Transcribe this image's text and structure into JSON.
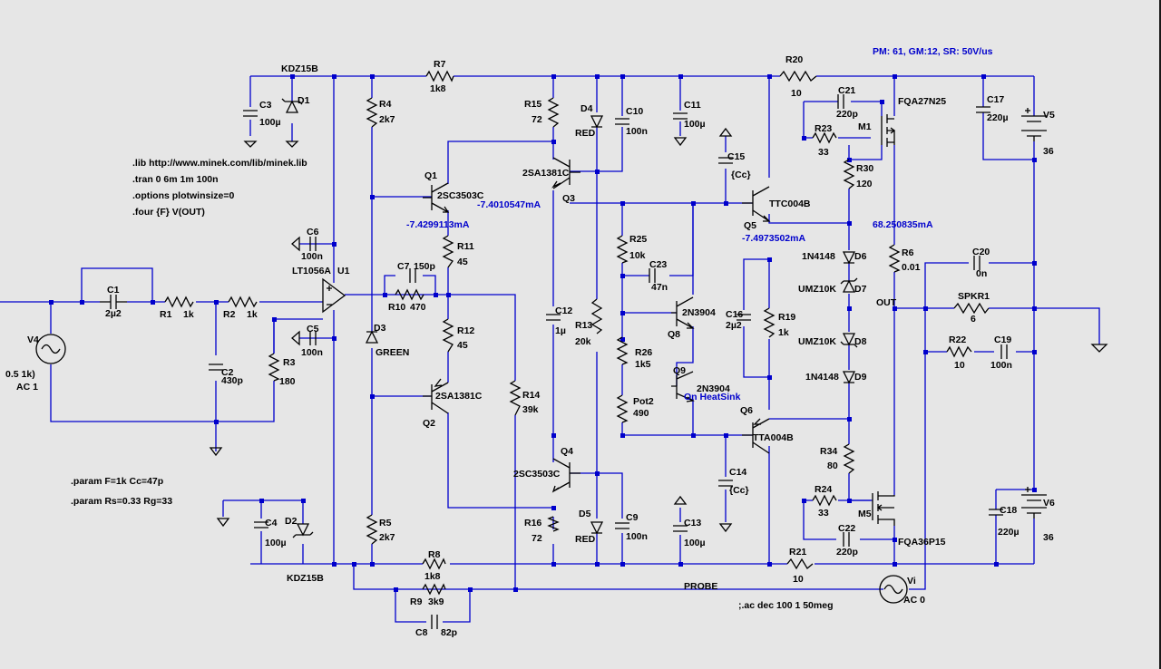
{
  "annotations": {
    "perf": "PM: 61, GM:12, SR: 50V/us",
    "lib": ".lib http://www.minek.com/lib/minek.lib",
    "tran": ".tran 0 6m 1m 100n",
    "options": ".options plotwinsize=0",
    "four": ".four {F} V(OUT)",
    "param1": ".param F=1k Cc=47p",
    "param2": ".param Rs=0.33 Rg=33",
    "ac": ";.ac dec 100 1 50meg"
  },
  "currents": {
    "q1": "-7.4299113mA",
    "q3": "-7.4010547mA",
    "q5": "-7.4973502mA",
    "m1": "68.250835mA"
  },
  "nets": {
    "out": "OUT",
    "probe": "PROBE"
  },
  "components": {
    "kdz_top": "KDZ15B",
    "kdz_bot": "KDZ15B",
    "c3": {
      "ref": "C3",
      "val": "100µ"
    },
    "d1": {
      "ref": "D1"
    },
    "r7": {
      "ref": "R7",
      "val": "1k8"
    },
    "r4": {
      "ref": "R4",
      "val": "2k7"
    },
    "r15": {
      "ref": "R15",
      "val": "72"
    },
    "d4": {
      "ref": "D4",
      "val": "RED"
    },
    "c10": {
      "ref": "C10",
      "val": "100n"
    },
    "c11": {
      "ref": "C11",
      "val": "100µ"
    },
    "r20": {
      "ref": "R20",
      "val": "10"
    },
    "c21": {
      "ref": "C21",
      "val": "220p"
    },
    "fqa27": "FQA27N25",
    "m1": "M1",
    "r23": {
      "ref": "R23",
      "val": "33"
    },
    "c17": {
      "ref": "C17",
      "val": "220µ"
    },
    "v5": {
      "ref": "V5",
      "val": "36"
    },
    "q1": {
      "ref": "Q1",
      "part": "2SC3503C"
    },
    "q3": {
      "ref": "Q3",
      "part": "2SA1381C"
    },
    "c15": {
      "ref": "C15",
      "val": "{Cc}"
    },
    "r30": {
      "ref": "R30",
      "val": "120"
    },
    "q5": {
      "ref": "Q5",
      "part": "TTC004B"
    },
    "c6": {
      "ref": "C6",
      "val": "100n"
    },
    "r11": {
      "ref": "R11",
      "val": "45"
    },
    "r25": {
      "ref": "R25",
      "val": "10k"
    },
    "d6": {
      "ref": "D6",
      "part": "1N4148"
    },
    "r6": {
      "ref": "R6",
      "val": "0.01"
    },
    "c20": {
      "ref": "C20",
      "val": "0n"
    },
    "u1": "LT1056A",
    "u1ref": "U1",
    "c7": {
      "ref": "C7",
      "val": "150p"
    },
    "c23": {
      "ref": "C23",
      "val": "47n"
    },
    "d7": {
      "ref": "D7",
      "part": "UMZ10K"
    },
    "spkr": {
      "ref": "SPKR1",
      "val": "6"
    },
    "c1": {
      "ref": "C1",
      "val": "2µ2"
    },
    "r1": {
      "ref": "R1",
      "val": "1k"
    },
    "r2": {
      "ref": "R2",
      "val": "1k"
    },
    "r10": {
      "ref": "R10",
      "val": "470"
    },
    "c12": {
      "ref": "C12",
      "val": "1µ"
    },
    "q8": {
      "ref": "Q8",
      "part": "2N3904"
    },
    "c16": {
      "ref": "C16",
      "val": "2µ2"
    },
    "r19": {
      "ref": "R19",
      "val": "1k"
    },
    "v4": {
      "ref": "V4",
      "val": "0.5 1k)",
      "ac": "AC 1"
    },
    "c5": {
      "ref": "C5",
      "val": "100n"
    },
    "r12": {
      "ref": "R12",
      "val": "45"
    },
    "r13": {
      "ref": "R13",
      "val": "20k"
    },
    "d3": {
      "ref": "D3",
      "val": "GREEN"
    },
    "d8": {
      "ref": "D8",
      "part": "UMZ10K"
    },
    "r22": {
      "ref": "R22",
      "val": "10"
    },
    "c19": {
      "ref": "C19",
      "val": "100n"
    },
    "r26": {
      "ref": "R26",
      "val": "1k5"
    },
    "c2": {
      "ref": "C2",
      "val": "430p"
    },
    "r3": {
      "ref": "R3",
      "val": "180"
    },
    "q9": {
      "ref": "Q9",
      "part": "2N3904",
      "note": "On HeatSink"
    },
    "d9": {
      "ref": "D9",
      "part": "1N4148"
    },
    "q2": {
      "ref": "Q2",
      "part": "2SA1381C"
    },
    "r14": {
      "ref": "R14",
      "val": "39k"
    },
    "pot2": {
      "ref": "Pot2",
      "val": "490"
    },
    "q6": {
      "ref": "Q6",
      "part": "TTA004B"
    },
    "r34": {
      "ref": "R34",
      "val": "80"
    },
    "q4": {
      "ref": "Q4",
      "part": "2SC3503C"
    },
    "c14": {
      "ref": "C14",
      "val": "{Cc}"
    },
    "r24": {
      "ref": "R24",
      "val": "33"
    },
    "m5": "M5",
    "c18": {
      "ref": "C18",
      "val": "220µ"
    },
    "v6": {
      "ref": "V6",
      "val": "36"
    },
    "r16": {
      "ref": "R16",
      "val": "72"
    },
    "d5": {
      "ref": "D5",
      "val": "RED"
    },
    "c9": {
      "ref": "C9",
      "val": "100n"
    },
    "c13": {
      "ref": "C13",
      "val": "100µ"
    },
    "c4": {
      "ref": "C4",
      "val": "100µ"
    },
    "d2": {
      "ref": "D2"
    },
    "c22": {
      "ref": "C22",
      "val": "220p"
    },
    "fqa36": "FQA36P15",
    "r5": {
      "ref": "R5",
      "val": "2k7"
    },
    "r8": {
      "ref": "R8",
      "val": "1k8"
    },
    "r21": {
      "ref": "R21",
      "val": "10"
    },
    "r9": {
      "ref": "R9",
      "val": "3k9"
    },
    "c8": {
      "ref": "C8",
      "val": "82p"
    },
    "vi": {
      "ref": "Vi",
      "ac": "AC 0"
    }
  },
  "colors": {
    "wire": "#0000cc",
    "symbol": "#000000",
    "label_text": "#000000",
    "annotation": "#0000cc",
    "background": "#e6e6e6"
  }
}
